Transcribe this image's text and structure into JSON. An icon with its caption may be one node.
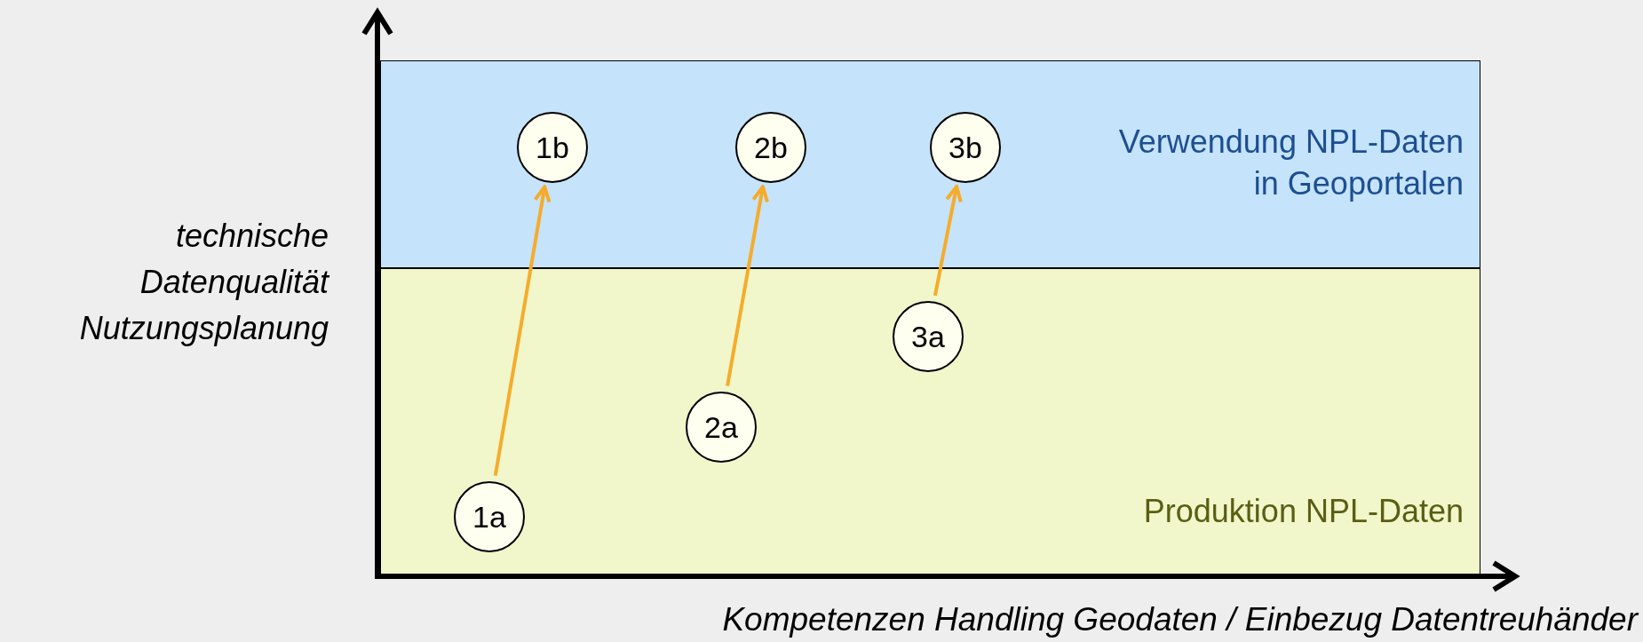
{
  "diagram": {
    "nodes": [
      {
        "text": [
          "Verwendung NPL-Daten in Geoportalen"
        ]
      },
      {
        "text": [
          "1b"
        ],
        "in": 0
      },
      {
        "text": [
          "2b"
        ],
        "in": 0
      },
      {
        "text": [
          "3b"
        ],
        "in": 0
      },
      {
        "text": [
          "Produktion NPL-Daten"
        ]
      },
      {
        "text": [
          "3a"
        ],
        "in": 4
      },
      {
        "text": [
          "2a"
        ],
        "in": 4
      },
      {
        "text": [
          "1a"
        ],
        "in": 4
      }
    ],
    "edges": [
      {
        "from": 7,
        "to": 1,
        "arrow": "to"
      },
      {
        "from": 6,
        "to": 2,
        "arrow": "to"
      },
      {
        "from": 5,
        "to": 3,
        "arrow": "to"
      }
    ],
    "labels": [
      "technische Datenqualität Nutzungsplanung",
      "Kompetenzen Handling Geodaten / Einbezug Datentreuhänder"
    ]
  }
}
